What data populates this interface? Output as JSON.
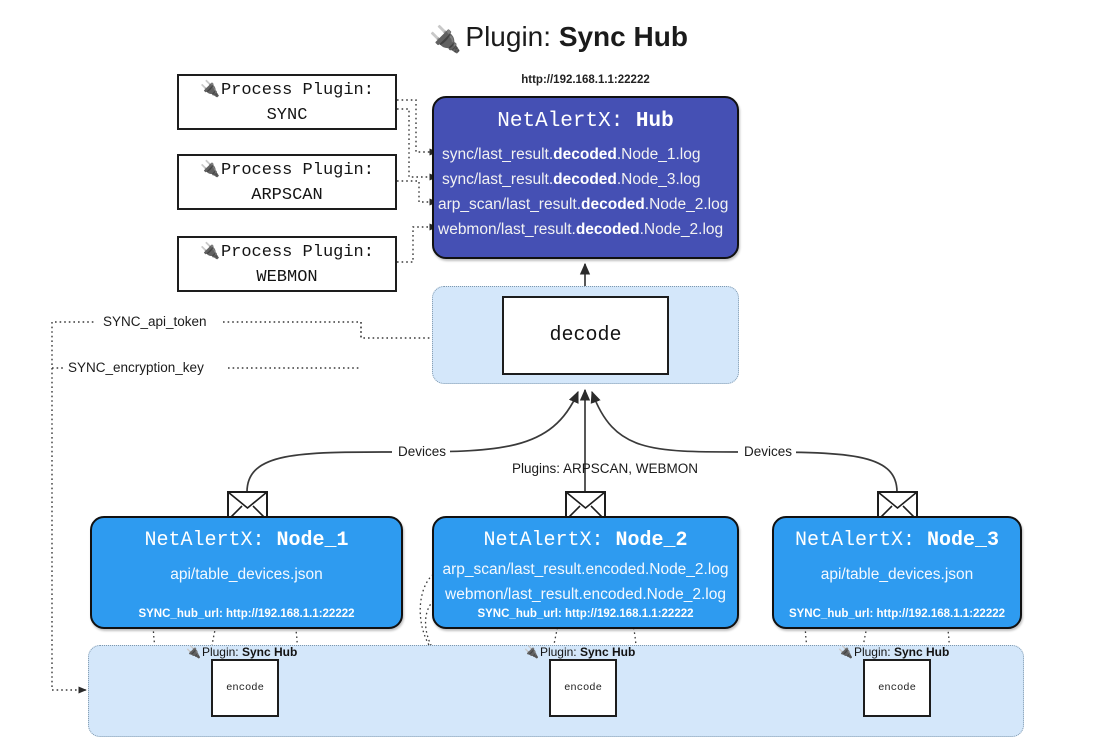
{
  "title": {
    "icon": "electric-plug-icon",
    "prefix": "Plugin: ",
    "name": "Sync Hub",
    "glyph": "🔌"
  },
  "colors": {
    "hub_fill": "#4550b4",
    "node_fill": "#2e9bf0",
    "subgraph_fill": "#d4e7fa",
    "subgraph_border": "#7f98ad",
    "stroke": "#111111",
    "background": "#ffffff"
  },
  "process_plugins": [
    {
      "line1": "Process Plugin:",
      "line2": "SYNC"
    },
    {
      "line1": "Process Plugin:",
      "line2": "ARPSCAN"
    },
    {
      "line1": "Process Plugin:",
      "line2": "WEBMON"
    }
  ],
  "hub": {
    "url": "http://192.168.1.1:22222",
    "title_prefix": "NetAlertX: ",
    "title_name": "Hub",
    "logs": [
      {
        "pre": "sync/last_result.",
        "mid": "decoded",
        "post": ".Node_1.log"
      },
      {
        "pre": "sync/last_result.",
        "mid": "decoded",
        "post": ".Node_3.log"
      },
      {
        "pre": "arp_scan/last_result.",
        "mid": "decoded",
        "post": ".Node_2.log"
      },
      {
        "pre": "webmon/last_result.",
        "mid": "decoded",
        "post": ".Node_2.log"
      }
    ]
  },
  "decode": {
    "label": "decode"
  },
  "settings": [
    {
      "label": "SYNC_api_token"
    },
    {
      "label": "SYNC_encryption_key"
    }
  ],
  "edge_labels": {
    "devices_left": "Devices",
    "plugins_center": "Plugins: ARPSCAN, WEBMON",
    "devices_right": "Devices"
  },
  "nodes": [
    {
      "title_prefix": "NetAlertX: ",
      "title_name": "Node_1",
      "lines": [
        "api/table_devices.json"
      ],
      "footer_key": "SYNC_hub_url: ",
      "footer_value": "http://192.168.1.1:22222"
    },
    {
      "title_prefix": "NetAlertX: ",
      "title_name": "Node_2",
      "lines": [
        "arp_scan/last_result.encoded.Node_2.log",
        "webmon/last_result.encoded.Node_2.log"
      ],
      "footer_key": "SYNC_hub_url: ",
      "footer_value": "http://192.168.1.1:22222"
    },
    {
      "title_prefix": "NetAlertX: ",
      "title_name": "Node_3",
      "lines": [
        "api/table_devices.json"
      ],
      "footer_key": "SYNC_hub_url: ",
      "footer_value": "http://192.168.1.1:22222"
    }
  ],
  "encoders": [
    {
      "plugin_prefix": "Plugin: ",
      "plugin_name": "Sync Hub",
      "box_label": "encode"
    },
    {
      "plugin_prefix": "Plugin: ",
      "plugin_name": "Sync Hub",
      "box_label": "encode"
    },
    {
      "plugin_prefix": "Plugin: ",
      "plugin_name": "Sync Hub",
      "box_label": "encode"
    }
  ]
}
